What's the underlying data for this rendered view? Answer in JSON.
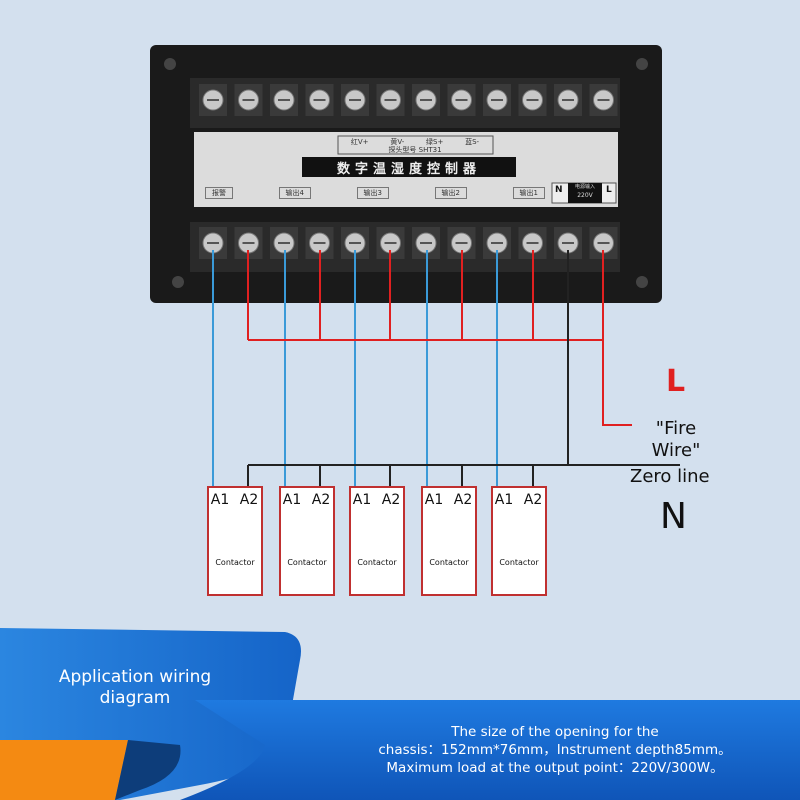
{
  "panel": {
    "probe_wires": [
      "红V+",
      "黄V-",
      "绿S+",
      "蓝S-"
    ],
    "probe_model": "探头型号 SHT31",
    "title": "数字温湿度控制器",
    "outputs": [
      "报警",
      "输出4",
      "输出3",
      "输出2",
      "输出1"
    ],
    "power_n": "N",
    "power_label": "电源输入",
    "power_voltage": "220V",
    "power_l": "L"
  },
  "labels": {
    "l_letter": "L",
    "fire_wire": "\"Fire Wire\"",
    "zero_line": "Zero line",
    "n_letter": "N"
  },
  "contactors": [
    {
      "a1": "A1",
      "a2": "A2",
      "name": "Contactor"
    },
    {
      "a1": "A1",
      "a2": "A2",
      "name": "Contactor"
    },
    {
      "a1": "A1",
      "a2": "A2",
      "name": "Contactor"
    },
    {
      "a1": "A1",
      "a2": "A2",
      "name": "Contactor"
    },
    {
      "a1": "A1",
      "a2": "A2",
      "name": "Contactor"
    }
  ],
  "banner": {
    "title_line1": "Application wiring",
    "title_line2": "diagram",
    "spec_line1": "The size of the opening for the",
    "spec_line2": "chassis：152mm*76mm，Instrument depth85mm。",
    "spec_line3": "Maximum load at the output point：220V/300W。"
  },
  "colors": {
    "live": "#e02020",
    "signal": "#3a9ad8",
    "neutral": "#222222",
    "banner": "#1a6fd0",
    "accent": "#f48a12"
  }
}
